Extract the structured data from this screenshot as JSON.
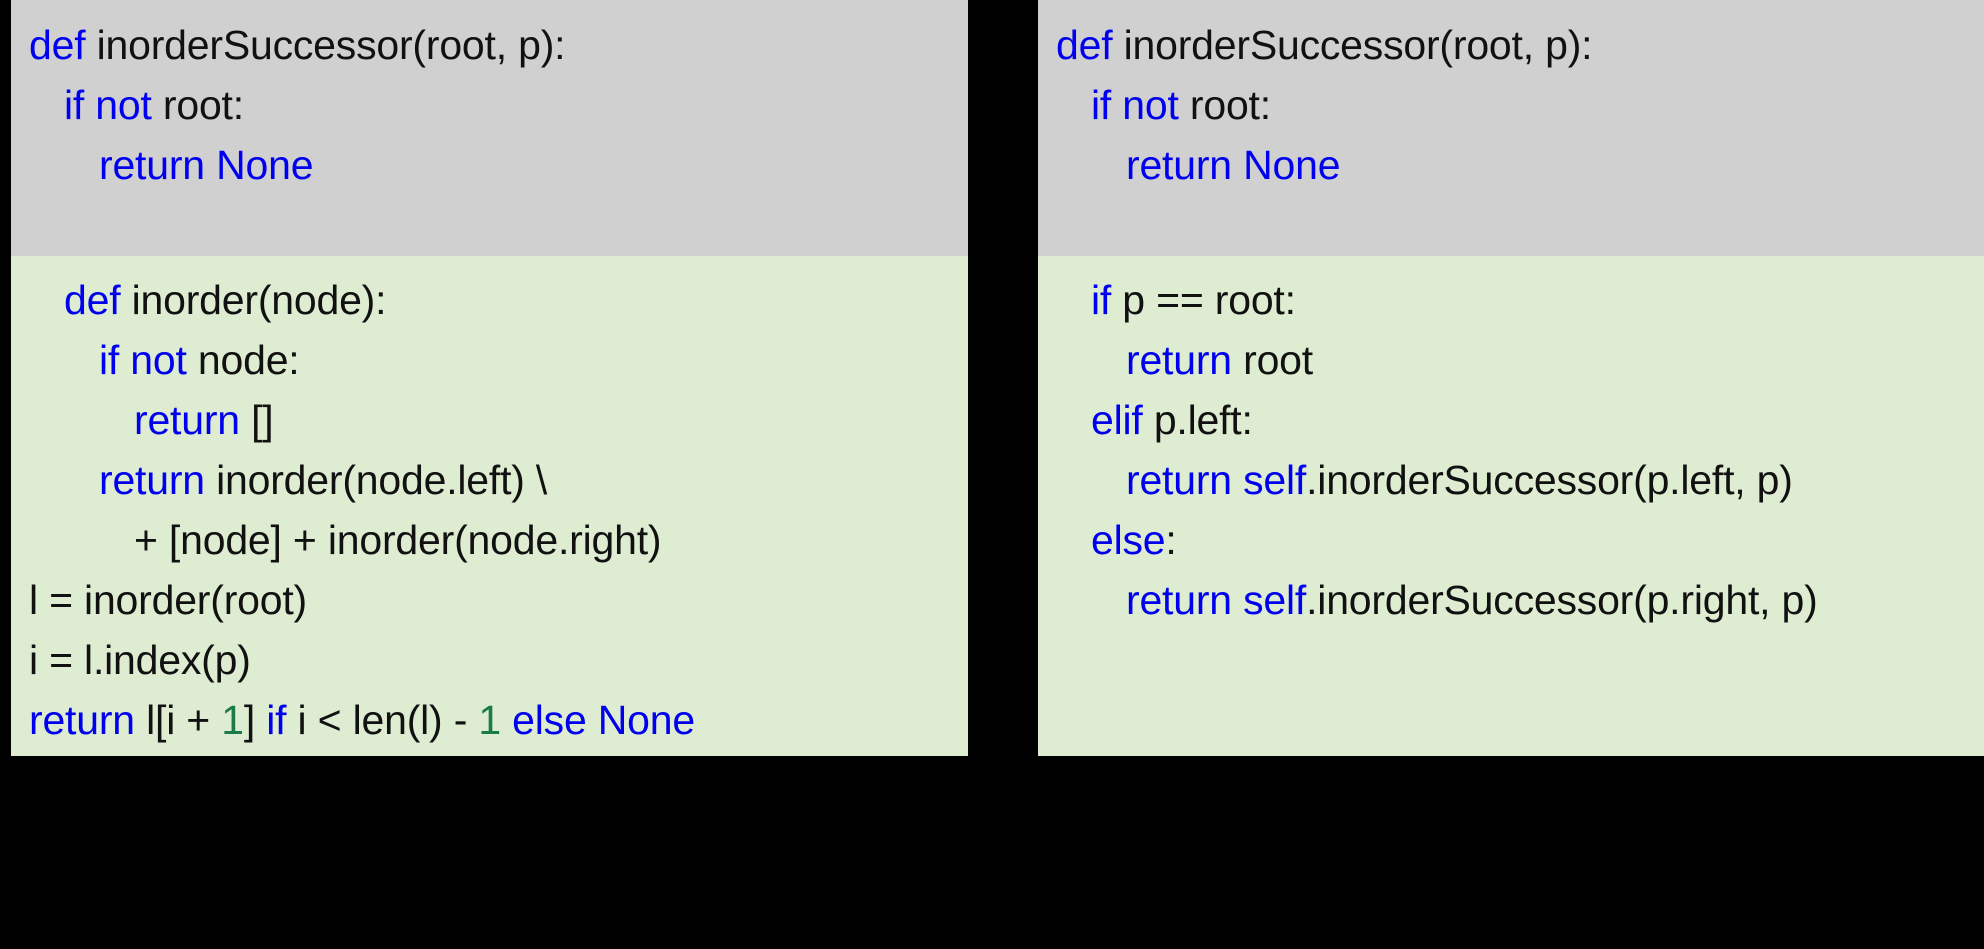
{
  "figure": {
    "type": "code-comparison",
    "background_color": "#000000",
    "language": "python",
    "syntax_colors": {
      "keyword": "#0000ee",
      "identifier": "#111111",
      "number": "#1a7a4a"
    },
    "panel_colors": {
      "header_background": "#d0d0d0",
      "body_background": "#deecd2"
    }
  },
  "panels": [
    {
      "id": "left",
      "header": {
        "background": "#d0d0d0",
        "lines": [
          {
            "indent": 0,
            "tokens": [
              {
                "t": "def ",
                "c": "kw"
              },
              {
                "t": "inorderSuccessor(root, p):",
                "c": "id"
              }
            ]
          },
          {
            "indent": 1,
            "tokens": [
              {
                "t": "if not ",
                "c": "kw"
              },
              {
                "t": "root:",
                "c": "id"
              }
            ]
          },
          {
            "indent": 2,
            "tokens": [
              {
                "t": "return None",
                "c": "kw"
              }
            ]
          }
        ]
      },
      "body": {
        "background": "#deecd2",
        "lines": [
          {
            "indent": 1,
            "tokens": [
              {
                "t": "def ",
                "c": "kw"
              },
              {
                "t": "inorder(node):",
                "c": "id"
              }
            ]
          },
          {
            "indent": 2,
            "tokens": [
              {
                "t": "if not ",
                "c": "kw"
              },
              {
                "t": "node:",
                "c": "id"
              }
            ]
          },
          {
            "indent": 3,
            "tokens": [
              {
                "t": "return ",
                "c": "kw"
              },
              {
                "t": "[]",
                "c": "id"
              }
            ]
          },
          {
            "indent": 2,
            "tokens": [
              {
                "t": "return ",
                "c": "kw"
              },
              {
                "t": "inorder(node.left) \\",
                "c": "id"
              }
            ]
          },
          {
            "indent": 3,
            "tokens": [
              {
                "t": "+ [node] + inorder(node.right)",
                "c": "id"
              }
            ]
          },
          {
            "indent": 0,
            "tokens": [
              {
                "t": "l = inorder(root)",
                "c": "id"
              }
            ]
          },
          {
            "indent": 0,
            "tokens": [
              {
                "t": "i = l.index(p)",
                "c": "id"
              }
            ]
          },
          {
            "indent": 0,
            "tokens": [
              {
                "t": "return ",
                "c": "kw"
              },
              {
                "t": "l[i + ",
                "c": "id"
              },
              {
                "t": "1",
                "c": "num"
              },
              {
                "t": "] ",
                "c": "id"
              },
              {
                "t": "if ",
                "c": "kw"
              },
              {
                "t": "i < len(l) - ",
                "c": "id"
              },
              {
                "t": "1",
                "c": "num"
              },
              {
                "t": " else None",
                "c": "kw"
              }
            ]
          }
        ]
      }
    },
    {
      "id": "right",
      "header": {
        "background": "#d0d0d0",
        "lines": [
          {
            "indent": 0,
            "tokens": [
              {
                "t": "def ",
                "c": "kw"
              },
              {
                "t": "inorderSuccessor(root, p):",
                "c": "id"
              }
            ]
          },
          {
            "indent": 1,
            "tokens": [
              {
                "t": "if not ",
                "c": "kw"
              },
              {
                "t": "root:",
                "c": "id"
              }
            ]
          },
          {
            "indent": 2,
            "tokens": [
              {
                "t": "return None",
                "c": "kw"
              }
            ]
          }
        ]
      },
      "body": {
        "background": "#deecd2",
        "lines": [
          {
            "indent": 1,
            "tokens": [
              {
                "t": "if ",
                "c": "kw"
              },
              {
                "t": "p == root:",
                "c": "id"
              }
            ]
          },
          {
            "indent": 2,
            "tokens": [
              {
                "t": "return ",
                "c": "kw"
              },
              {
                "t": "root",
                "c": "id"
              }
            ]
          },
          {
            "indent": 1,
            "tokens": [
              {
                "t": "elif ",
                "c": "kw"
              },
              {
                "t": "p.left:",
                "c": "id"
              }
            ]
          },
          {
            "indent": 2,
            "tokens": [
              {
                "t": "return self",
                "c": "kw"
              },
              {
                "t": ".inorderSuccessor(p.left, p)",
                "c": "id"
              }
            ]
          },
          {
            "indent": 1,
            "tokens": [
              {
                "t": "else",
                "c": "kw"
              },
              {
                "t": ":",
                "c": "id"
              }
            ]
          },
          {
            "indent": 2,
            "tokens": [
              {
                "t": "return self",
                "c": "kw"
              },
              {
                "t": ".inorderSuccessor(p.right, p)",
                "c": "id"
              }
            ]
          }
        ]
      }
    }
  ]
}
